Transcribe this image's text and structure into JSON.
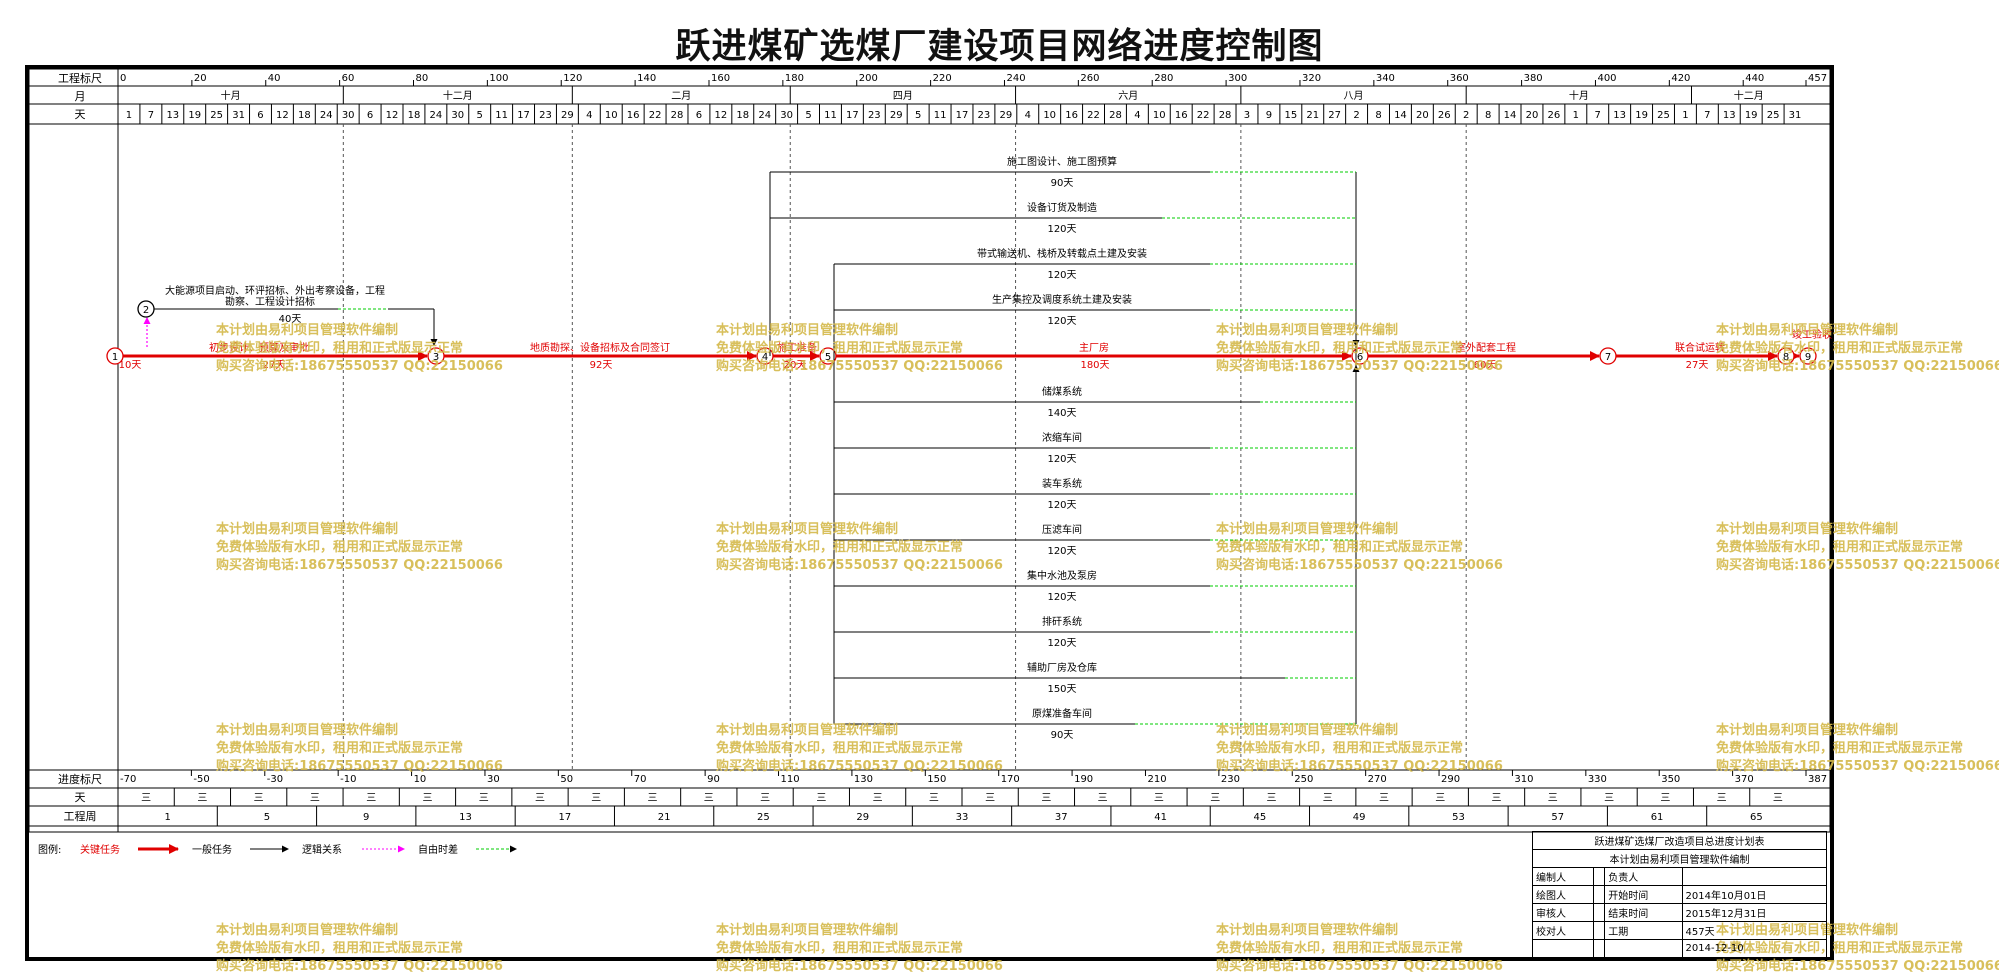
{
  "title": "跃进煤矿选煤厂建设项目网络进度控制图",
  "row_labels": {
    "scale": "工程标尺",
    "month": "月",
    "day": "天",
    "progress": "进度标尺",
    "day2": "天",
    "week": "工程周"
  },
  "scale_ticks": [
    "0",
    "20",
    "40",
    "60",
    "80",
    "100",
    "120",
    "140",
    "160",
    "180",
    "200",
    "220",
    "240",
    "260",
    "280",
    "300",
    "320",
    "340",
    "360",
    "380",
    "400",
    "420",
    "440",
    "457"
  ],
  "months": [
    "十月",
    "十二月",
    "二月",
    "四月",
    "六月",
    "八月",
    "十月",
    "十二月"
  ],
  "days": [
    "1",
    "7",
    "13",
    "19",
    "25",
    "31",
    "6",
    "12",
    "18",
    "24",
    "30",
    "6",
    "12",
    "18",
    "24",
    "30",
    "5",
    "11",
    "17",
    "23",
    "29",
    "4",
    "10",
    "16",
    "22",
    "28",
    "6",
    "12",
    "18",
    "24",
    "30",
    "5",
    "11",
    "17",
    "23",
    "29",
    "5",
    "11",
    "17",
    "23",
    "29",
    "4",
    "10",
    "16",
    "22",
    "28",
    "4",
    "10",
    "16",
    "22",
    "28",
    "3",
    "9",
    "15",
    "21",
    "27",
    "2",
    "8",
    "14",
    "20",
    "26",
    "2",
    "8",
    "14",
    "20",
    "26",
    "1",
    "7",
    "13",
    "19",
    "25",
    "1",
    "7",
    "13",
    "19",
    "25",
    "31"
  ],
  "progress_ticks": [
    "-70",
    "-50",
    "-30",
    "-10",
    "10",
    "30",
    "50",
    "70",
    "90",
    "110",
    "130",
    "150",
    "170",
    "190",
    "210",
    "230",
    "250",
    "270",
    "290",
    "310",
    "330",
    "350",
    "370",
    "387"
  ],
  "week_char": "三",
  "weeks": [
    "1",
    "5",
    "9",
    "13",
    "17",
    "21",
    "25",
    "29",
    "33",
    "37",
    "41",
    "45",
    "49",
    "53",
    "57",
    "61",
    "65"
  ],
  "nodes": [
    "1",
    "2",
    "3",
    "4",
    "5",
    "6",
    "7",
    "8",
    "9"
  ],
  "tasks": {
    "t12": {
      "name": "大能源项目启动、环评招标、外出考察设备，工程勘察、工程设计招标",
      "dur": "40天"
    },
    "t13": {
      "name": "初步设计、预算及审批",
      "dur": "27天"
    },
    "t1": {
      "dur": "10天"
    },
    "t34": {
      "name": "地质勘探、设备招标及合同签订",
      "dur": "92天"
    },
    "t45": {
      "name": "施工准备",
      "dur": "20天"
    },
    "t56a": {
      "name": "施工图设计、施工图预算",
      "dur": "90天"
    },
    "t56b": {
      "name": "设备订货及制造",
      "dur": "120天"
    },
    "t56c": {
      "name": "带式输送机、栈桥及转载点土建及安装",
      "dur": "120天"
    },
    "t56d": {
      "name": "生产集控及调度系统土建及安装",
      "dur": "120天"
    },
    "t56e": {
      "name": "主厂房",
      "dur": "180天"
    },
    "t56f": {
      "name": "储煤系统",
      "dur": "140天"
    },
    "t56g": {
      "name": "浓缩车间",
      "dur": "120天"
    },
    "t56h": {
      "name": "装车系统",
      "dur": "120天"
    },
    "t56i": {
      "name": "压滤车间",
      "dur": "120天"
    },
    "t56j": {
      "name": "集中水池及泵房",
      "dur": "120天"
    },
    "t56k": {
      "name": "排矸系统",
      "dur": "120天"
    },
    "t56l": {
      "name": "辅助厂房及仓库",
      "dur": "150天"
    },
    "t56m": {
      "name": "原煤准备车间",
      "dur": "90天"
    },
    "t67": {
      "name": "室外配套工程",
      "dur": "60天"
    },
    "t78": {
      "name": "联合试运转",
      "dur": "27天"
    },
    "t89": {
      "name": "竣工验收"
    }
  },
  "legend": {
    "label": "图例:",
    "critical": "关键任务",
    "general": "一般任务",
    "logic": "逻辑关系",
    "float": "自由时差"
  },
  "watermark": [
    "本计划由易利项目管理软件编制",
    "免费体验版有水印，租用和正式版显示正常",
    "购买咨询电话:18675550537 QQ:22150066"
  ],
  "titleblock": {
    "title": "跃进煤矿选煤厂改造项目总进度计划表",
    "sub": "本计划由易利项目管理软件编制",
    "draw": "编制人",
    "owner": "负责人",
    "plot": "绘图人",
    "start_l": "开始时间",
    "start_v": "2014年10月01日",
    "review": "审核人",
    "end_l": "结束时间",
    "end_v": "2015年12月31日",
    "check": "校对人",
    "dur_l": "工期",
    "dur_v": "457天",
    "date": "2014-12-10"
  },
  "colors": {
    "critical": "#e00000",
    "general": "#000000",
    "logic": "#ff00ff",
    "float": "#00cc00",
    "watermark": "#d4b94a"
  }
}
